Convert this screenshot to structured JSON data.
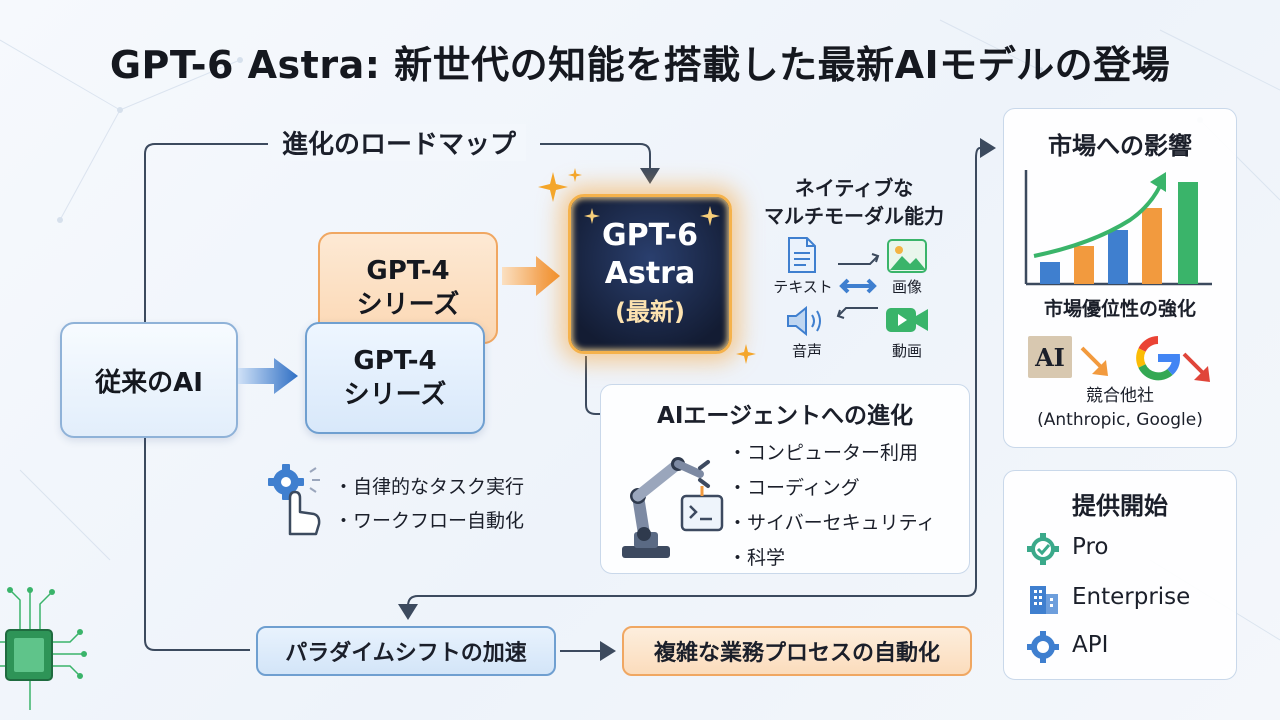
{
  "title": "GPT-6 Astra: 新世代の知能を搭載した最新AIモデルの登場",
  "roadmap_label": "進化のロードマップ",
  "legacy_ai": "従来のAI",
  "gpt4_series": [
    "GPT-4",
    "シリーズ"
  ],
  "astra": {
    "line1": "GPT-6",
    "line2": "Astra",
    "line3": "(最新)"
  },
  "multimodal": {
    "title": [
      "ネイティブな",
      "マルチモーダル能力"
    ],
    "text": "テキスト",
    "image": "画像",
    "audio": "音声",
    "video": "動画"
  },
  "agent": {
    "title": "AIエージェントへの進化",
    "items": [
      "コンピューター利用",
      "コーディング",
      "サイバーセキュリティ",
      "科学"
    ]
  },
  "tasks": [
    "自律的なタスク実行",
    "ワークフロー自動化"
  ],
  "market": {
    "title": "市場への影響",
    "subtitle": "市場優位性の強化",
    "competitors": "競合他社",
    "competitor_names": "(Anthropic, Google)",
    "anthropic_logo_text": "AI"
  },
  "offering": {
    "title": "提供開始",
    "items": [
      {
        "label": "Pro",
        "icon": "check-gear-icon"
      },
      {
        "label": "Enterprise",
        "icon": "building-icon"
      },
      {
        "label": "API",
        "icon": "gear-icon"
      }
    ]
  },
  "paradigm": "パラダイムシフトの加速",
  "process": "複雑な業務プロセスの自動化",
  "colors": {
    "blue": "#3f7fcf",
    "orange": "#f29a3e",
    "green": "#3ab46a",
    "navy": "#131c33",
    "connector": "#3c4a5e"
  }
}
